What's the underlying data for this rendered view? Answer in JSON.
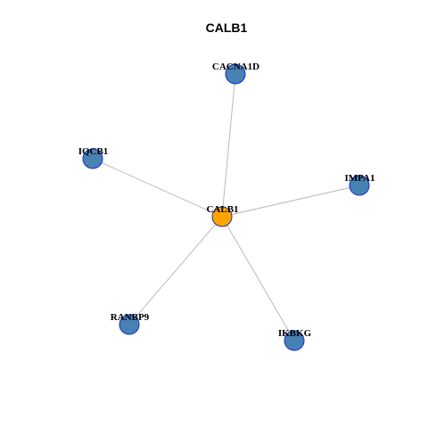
{
  "title": "CALB1",
  "colors": {
    "hub_fill": "#FFA500",
    "hub_stroke": "#2E2E8A",
    "leaf_fill": "#4682B4",
    "leaf_stroke": "#1A2FCC",
    "edge": "#B3B3B3"
  },
  "network": {
    "hub": {
      "id": "CALB1",
      "label": "CALB1"
    },
    "neighbors": [
      {
        "id": "CACNA1D",
        "label": "CACNA1D"
      },
      {
        "id": "IQCB1",
        "label": "IQCB1"
      },
      {
        "id": "IMPA1",
        "label": "IMPA1"
      },
      {
        "id": "RANBP9",
        "label": "RANBP9"
      },
      {
        "id": "IKBKG",
        "label": "IKBKG"
      }
    ],
    "edges": [
      {
        "source": "CALB1",
        "target": "CACNA1D"
      },
      {
        "source": "CALB1",
        "target": "IQCB1"
      },
      {
        "source": "CALB1",
        "target": "IMPA1"
      },
      {
        "source": "CALB1",
        "target": "RANBP9"
      },
      {
        "source": "CALB1",
        "target": "IKBKG"
      }
    ]
  }
}
